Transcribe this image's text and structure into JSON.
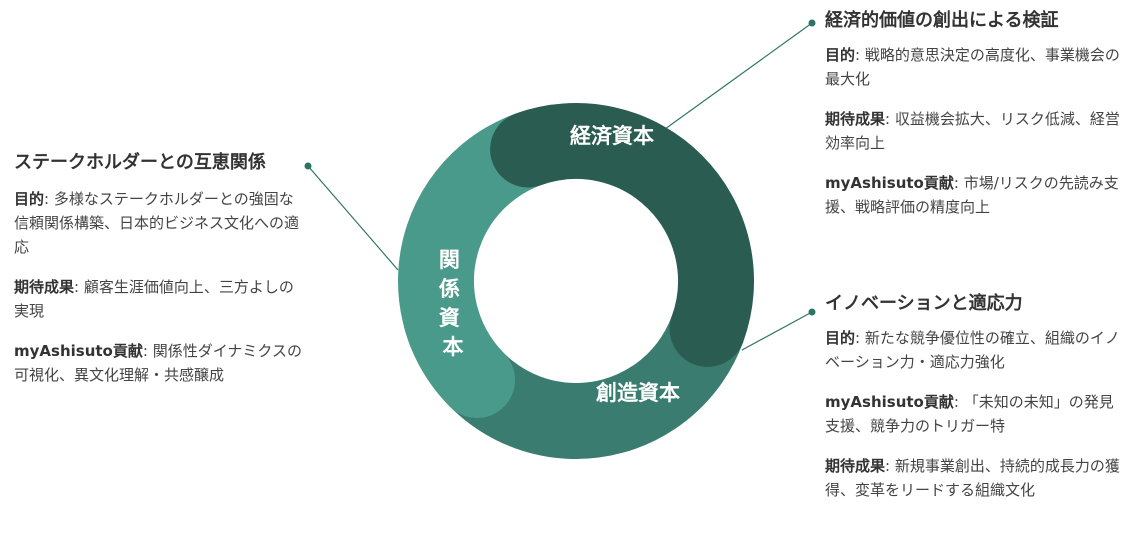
{
  "colors": {
    "economic": "#2a5c52",
    "creative": "#3a7d70",
    "relational": "#4a9a8c",
    "connector": "#2e7466"
  },
  "ring_segments": [
    {
      "key": "economic",
      "label": "経済資本"
    },
    {
      "key": "creative",
      "label": "創造資本"
    },
    {
      "key": "relational",
      "label": "関係資本"
    }
  ],
  "panels": {
    "left": {
      "title": "ステークホルダーとの互恵関係",
      "items": [
        {
          "label": "目的",
          "sep": ": ",
          "text": "多様なステークホルダーとの強固な信頼関係構築、日本的ビジネス文化への適応"
        },
        {
          "label": "期待成果",
          "sep": ": ",
          "text": "顧客生涯価値向上、三方よしの実現"
        },
        {
          "label": "myAshisuto貢献",
          "sep": ": ",
          "text": "関係性ダイナミクスの可視化、異文化理解・共感醸成"
        }
      ]
    },
    "top_right": {
      "title": "経済的価値の創出による検証",
      "items": [
        {
          "label": "目的",
          "sep": ": ",
          "text": "戦略的意思決定の高度化、事業機会の最大化"
        },
        {
          "label": "期待成果",
          "sep": ": ",
          "text": "収益機会拡大、リスク低減、経営効率向上"
        },
        {
          "label": "myAshisuto貢献",
          "sep": ": ",
          "text": "市場/リスクの先読み支援、戦略評価の精度向上"
        }
      ]
    },
    "bottom_right": {
      "title": "イノベーションと適応力",
      "items": [
        {
          "label": "目的",
          "sep": ": ",
          "text": "新たな競争優位性の確立、組織のイノベーション力・適応力強化"
        },
        {
          "label": "myAshisuto貢献",
          "sep": ": ",
          "text": "「未知の未知」の発見支援、競争力のトリガー特"
        },
        {
          "label": "期待成果",
          "sep": ": ",
          "text": "新規事業創出、持続的成長力の獲得、変革をリードする組織文化"
        }
      ]
    }
  }
}
